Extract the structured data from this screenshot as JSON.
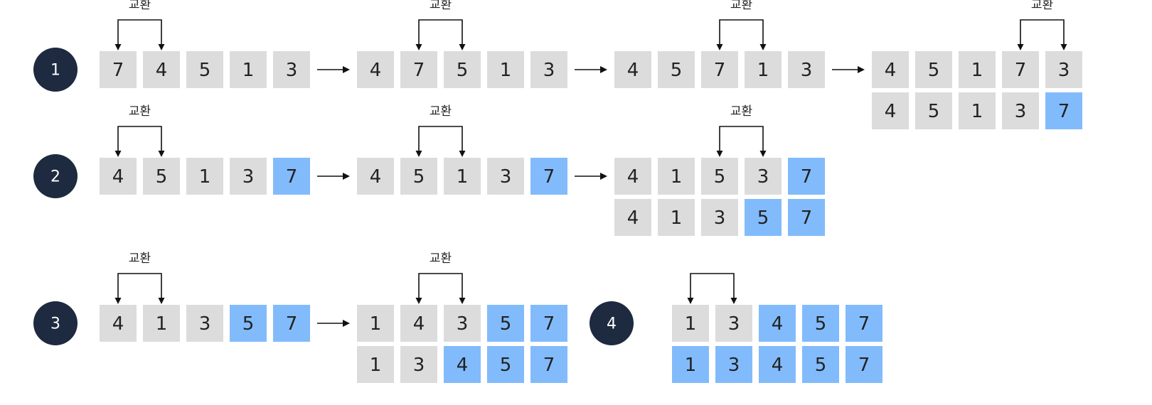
{
  "colors": {
    "cell": "#dcdcdc",
    "sorted": "#82bbfb",
    "badge": "#1d2a3f"
  },
  "swap_label": "교환",
  "steps": [
    {
      "label": "1",
      "states": [
        {
          "rows": [
            {
              "values": [
                "7",
                "4",
                "5",
                "1",
                "3"
              ],
              "sorted": [
                false,
                false,
                false,
                false,
                false
              ]
            }
          ],
          "swap": [
            0,
            1
          ],
          "labeled": true
        },
        {
          "rows": [
            {
              "values": [
                "4",
                "7",
                "5",
                "1",
                "3"
              ],
              "sorted": [
                false,
                false,
                false,
                false,
                false
              ]
            }
          ],
          "swap": [
            1,
            2
          ],
          "labeled": true
        },
        {
          "rows": [
            {
              "values": [
                "4",
                "5",
                "7",
                "1",
                "3"
              ],
              "sorted": [
                false,
                false,
                false,
                false,
                false
              ]
            }
          ],
          "swap": [
            2,
            3
          ],
          "labeled": true
        },
        {
          "rows": [
            {
              "values": [
                "4",
                "5",
                "1",
                "7",
                "3"
              ],
              "sorted": [
                false,
                false,
                false,
                false,
                false
              ]
            },
            {
              "values": [
                "4",
                "5",
                "1",
                "3",
                "7"
              ],
              "sorted": [
                false,
                false,
                false,
                false,
                true
              ]
            }
          ],
          "swap": [
            3,
            4
          ],
          "labeled": true
        }
      ]
    },
    {
      "label": "2",
      "states": [
        {
          "rows": [
            {
              "values": [
                "4",
                "5",
                "1",
                "3",
                "7"
              ],
              "sorted": [
                false,
                false,
                false,
                false,
                true
              ]
            }
          ],
          "swap": [
            0,
            1
          ],
          "labeled": true
        },
        {
          "rows": [
            {
              "values": [
                "4",
                "5",
                "1",
                "3",
                "7"
              ],
              "sorted": [
                false,
                false,
                false,
                false,
                true
              ]
            }
          ],
          "swap": [
            1,
            2
          ],
          "labeled": true
        },
        {
          "rows": [
            {
              "values": [
                "4",
                "1",
                "5",
                "3",
                "7"
              ],
              "sorted": [
                false,
                false,
                false,
                false,
                true
              ]
            },
            {
              "values": [
                "4",
                "1",
                "3",
                "5",
                "7"
              ],
              "sorted": [
                false,
                false,
                false,
                true,
                true
              ]
            }
          ],
          "swap": [
            2,
            3
          ],
          "labeled": true
        }
      ]
    },
    {
      "label": "3",
      "states": [
        {
          "rows": [
            {
              "values": [
                "4",
                "1",
                "3",
                "5",
                "7"
              ],
              "sorted": [
                false,
                false,
                false,
                true,
                true
              ]
            }
          ],
          "swap": [
            0,
            1
          ],
          "labeled": true
        },
        {
          "rows": [
            {
              "values": [
                "1",
                "4",
                "3",
                "5",
                "7"
              ],
              "sorted": [
                false,
                false,
                false,
                true,
                true
              ]
            },
            {
              "values": [
                "1",
                "3",
                "4",
                "5",
                "7"
              ],
              "sorted": [
                false,
                false,
                true,
                true,
                true
              ]
            }
          ],
          "swap": [
            1,
            2
          ],
          "labeled": true
        }
      ]
    },
    {
      "label": "4",
      "states": [
        {
          "rows": [
            {
              "values": [
                "1",
                "3",
                "4",
                "5",
                "7"
              ],
              "sorted": [
                false,
                false,
                true,
                true,
                true
              ]
            },
            {
              "values": [
                "1",
                "3",
                "4",
                "5",
                "7"
              ],
              "sorted": [
                true,
                true,
                true,
                true,
                true
              ]
            }
          ],
          "swap": [
            0,
            1
          ],
          "labeled": false
        }
      ]
    }
  ]
}
